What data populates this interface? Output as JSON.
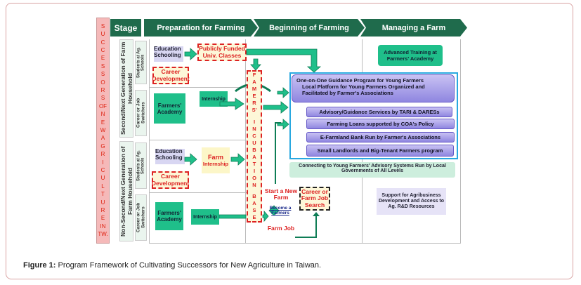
{
  "side_label": [
    "S",
    "U",
    "C",
    "C",
    "E",
    "S",
    "S",
    "O",
    "R",
    "S",
    "OF",
    "N",
    "E",
    "W",
    "A",
    "G",
    "R",
    "I",
    "C",
    "U",
    "L",
    "T",
    "U",
    "R",
    "E",
    "IN",
    "TW."
  ],
  "headers": {
    "stage": "Stage",
    "prep": "Preparation for Farming",
    "begin": "Beginning of Farming",
    "manage": "Managing a Farm"
  },
  "rows": {
    "group1": "Second/Next Generation of Farm Household",
    "group2": "Non-Second/Next Generation of Farm Household",
    "students": "Students at Ag. Schools",
    "switchers": "Career or Job Switchers"
  },
  "prep": {
    "education": "Education Schooling",
    "publicly_funded": "Publicly Funded Univ. Classes",
    "career_dev": "Career Development",
    "farmers_academy": "Farmers' Academy",
    "internship": "Internship",
    "farm_internship_1": "Farm",
    "farm_internship_2": "Internship"
  },
  "incubation": [
    "F",
    "A",
    "M",
    "E",
    "R",
    "S'",
    "",
    "I",
    "N",
    "C",
    "U",
    "B",
    "A",
    "T",
    "I",
    "O",
    "N",
    "",
    "B",
    "A",
    "S",
    "E"
  ],
  "begin": {
    "bullet1": "One-on-One Guidance Program for Young Farmers",
    "bullet2": "Local Platform for Young Farmers Organized and Facilitated by Farmer's Associations",
    "advisory": "Advisory/Guidance Services by TARI & DARESs",
    "loans": "Farming Loans supported by COA's Policy",
    "efarmland": "E-Farmland Bank Run by Farmer's Associations",
    "landlords": "Small Landlords and Big-Tenant Farmers program",
    "connecting": "Connecting to Young Farmers' Advisory Systems Run by Local Governments of All Levels",
    "start_farm": "Start a New Farm",
    "become_farmer": "Become a Farmers",
    "farm_job": "Farm Job",
    "career_search": "Career or Farm Job Search"
  },
  "manage": {
    "advanced": "Advanced Training at Farmers' Academy",
    "support": "Support for Agribusiness Development and Access to Ag. R&D Resources"
  },
  "caption": {
    "label": "Figure 1:",
    "text": " Program Framework of Cultivating Successors for New Agriculture in Taiwan."
  },
  "colors": {
    "header": "#1f6b4c",
    "arrow": "#1fbf8a",
    "accent_red": "#d22222",
    "blue_frame": "#29a8e0"
  }
}
